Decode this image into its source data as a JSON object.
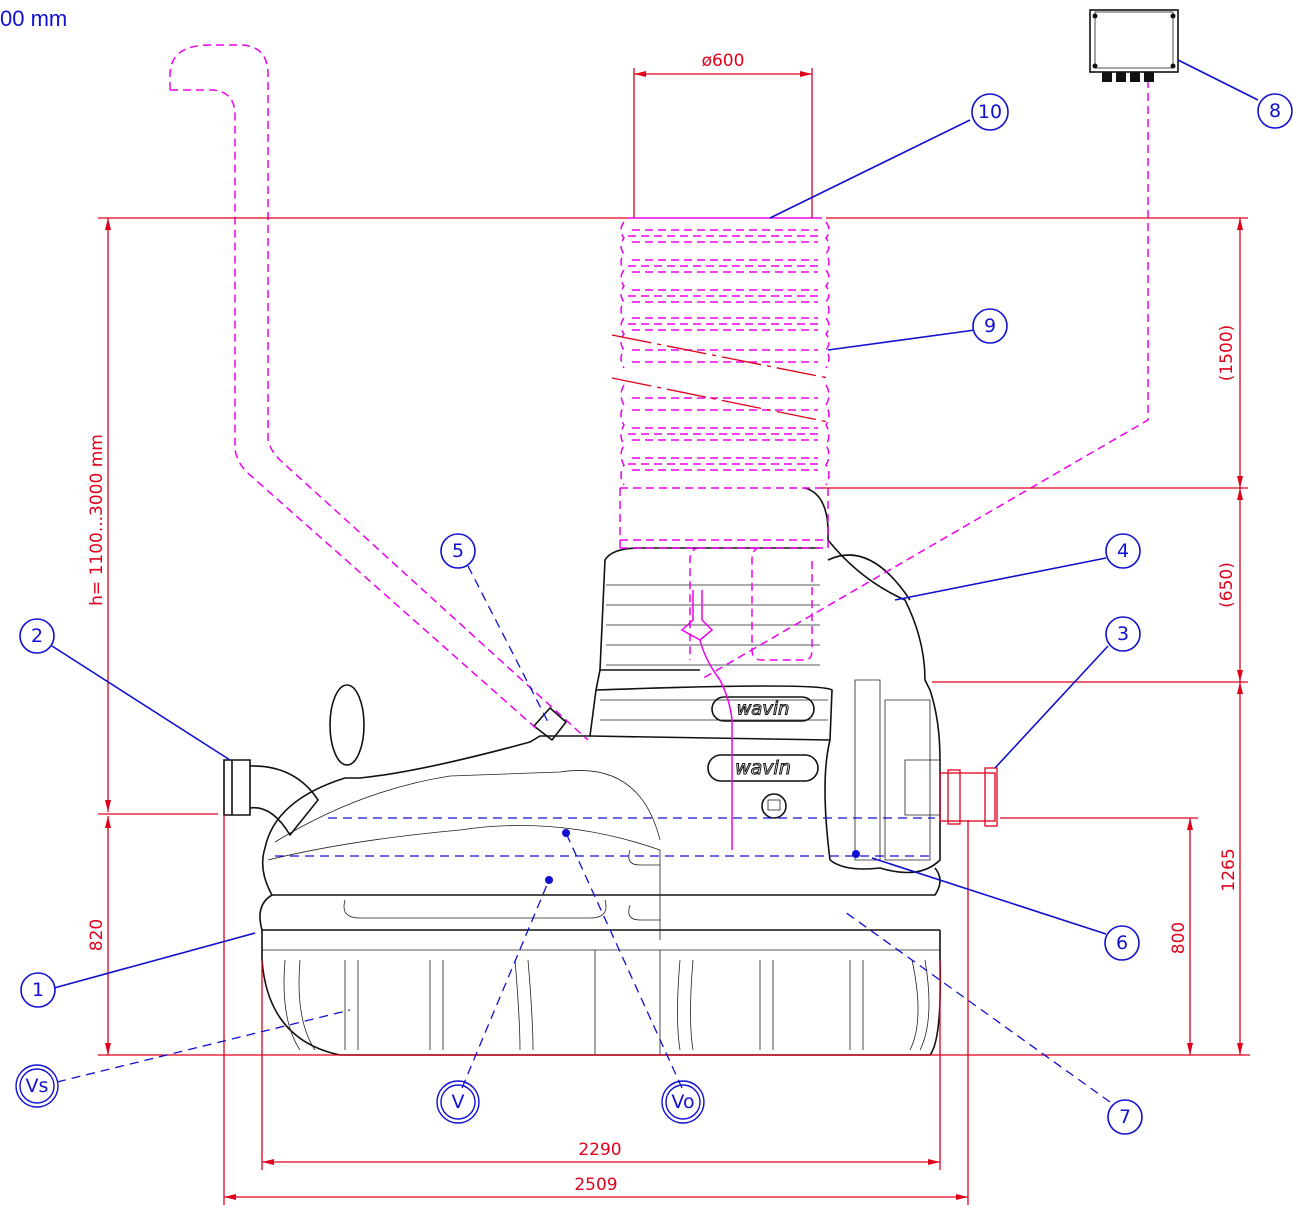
{
  "header_text": "00 mm",
  "dimensions": {
    "diameter": "ø600",
    "height_range": "h= 1100...3000  mm",
    "riser_height": "(1500)",
    "cone_height": "(650)",
    "inlet_height": "1265",
    "outlet_height": "800",
    "bottom_height": "820",
    "body_width": "2290",
    "total_width": "2509"
  },
  "callouts": [
    "1",
    "2",
    "3",
    "4",
    "5",
    "6",
    "7",
    "8",
    "9",
    "10"
  ],
  "volume_labels": {
    "sludge": "Vs",
    "volume": "V",
    "overflow": "Vo"
  },
  "logos": [
    "wavin",
    "wavin"
  ],
  "colors": {
    "dimension": "#e0001b",
    "callout": "#1010d0",
    "pipe": "#ee00ee",
    "body": "#111111"
  }
}
